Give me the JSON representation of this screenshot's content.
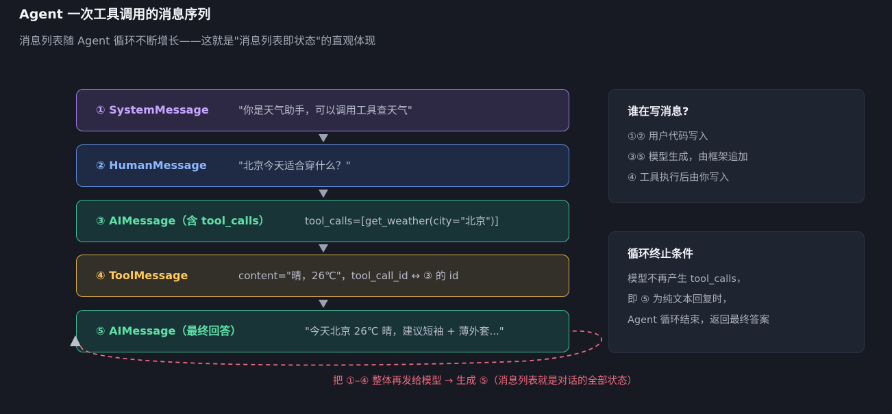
{
  "header": {
    "title": "Agent 一次工具调用的消息序列",
    "subtitle": "消息列表随 Agent 循环不断增长——这就是\"消息列表即状态\"的直观体现"
  },
  "messages": [
    {
      "name": "① SystemMessage",
      "content": "\"你是天气助手，可以调用工具查天气\"",
      "accent": "#b48cff"
    },
    {
      "name": "② HumanMessage",
      "content": "\"北京今天适合穿什么？\"",
      "accent": "#7fb0ff"
    },
    {
      "name": "③ AIMessage（含 tool_calls）",
      "content": "tool_calls=[get_weather(city=\"北京\")]",
      "accent": "#4fdca8"
    },
    {
      "name": "④ ToolMessage",
      "content": "content=\"晴，26℃\"，tool_call_id ↔ ③ 的 id",
      "accent": "#ffc95a"
    },
    {
      "name": "⑤ AIMessage（最终回答）",
      "content": "\"今天北京 26℃ 晴，建议短袖 + 薄外套...\"",
      "accent": "#4fdca8"
    }
  ],
  "panels": {
    "writers": {
      "title": "谁在写消息?",
      "lines": [
        "①② 用户代码写入",
        "③⑤ 模型生成，由框架追加",
        "④ 工具执行后由你写入"
      ]
    },
    "termination": {
      "title": "循环终止条件",
      "lines": [
        "模型不再产生 tool_calls，",
        "即 ⑤ 为纯文本回复时，",
        "Agent 循环结束，返回最终答案"
      ]
    }
  },
  "loop": {
    "label": "把 ①–④ 整体再发给模型 → 生成 ⑤（消息列表就是对话的全部状态）",
    "color": "#f06a7e"
  }
}
